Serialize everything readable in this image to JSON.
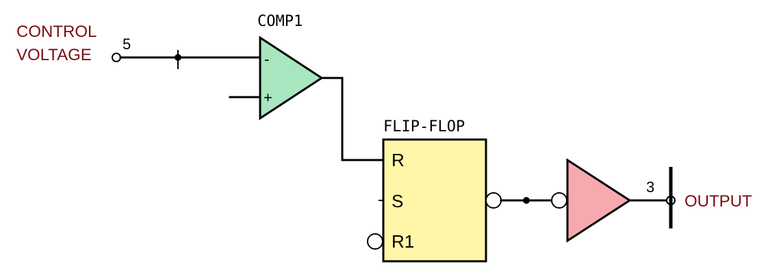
{
  "labels": {
    "control_line1": "CONTROL",
    "control_line2": "VOLTAGE",
    "output": "OUTPUT",
    "pin_input": "5",
    "pin_output": "3"
  },
  "comparator": {
    "name": "COMP1",
    "minus": "-",
    "plus": "+",
    "color": "#a8e6c0"
  },
  "flipflop": {
    "name": "FLIP-FLOP",
    "pin_r": "R",
    "pin_s": "S",
    "pin_r1": "R1",
    "color": "#fff6a8"
  },
  "buffer": {
    "color": "#f6aab0"
  },
  "icons": {
    "input_terminal": "open-circle",
    "output_terminal": "open-circle-with-bar",
    "junction": "filled-dot"
  },
  "colors": {
    "label_text": "#7a0c12",
    "wire": "#000000"
  }
}
